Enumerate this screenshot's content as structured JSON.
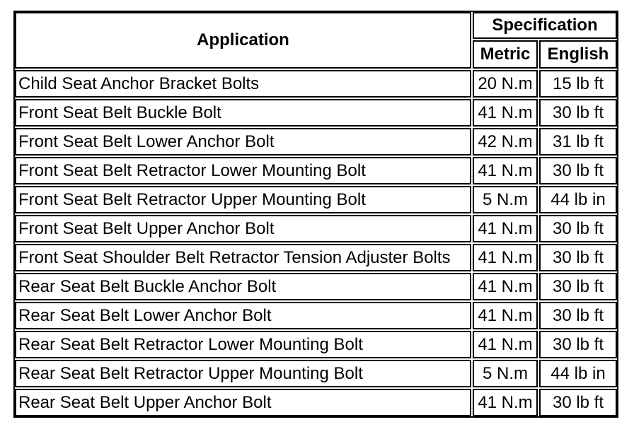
{
  "table": {
    "headers": {
      "application": "Application",
      "specification": "Specification",
      "metric": "Metric",
      "english": "English"
    },
    "rows": [
      {
        "application": "Child Seat Anchor Bracket Bolts",
        "metric": "20 N.m",
        "english": "15 lb ft"
      },
      {
        "application": "Front Seat Belt Buckle Bolt",
        "metric": "41 N.m",
        "english": "30 lb ft"
      },
      {
        "application": "Front Seat Belt Lower Anchor Bolt",
        "metric": "42 N.m",
        "english": "31 lb ft"
      },
      {
        "application": "Front Seat Belt Retractor Lower Mounting Bolt",
        "metric": "41 N.m",
        "english": "30 lb ft"
      },
      {
        "application": "Front Seat Belt Retractor Upper Mounting Bolt",
        "metric": "5 N.m",
        "english": "44 lb in"
      },
      {
        "application": "Front Seat Belt Upper Anchor Bolt",
        "metric": "41 N.m",
        "english": "30 lb ft"
      },
      {
        "application": "Front Seat Shoulder Belt Retractor Tension Adjuster Bolts",
        "metric": "41 N.m",
        "english": "30 lb ft"
      },
      {
        "application": "Rear Seat Belt Buckle Anchor Bolt",
        "metric": "41 N.m",
        "english": "30 lb ft"
      },
      {
        "application": "Rear Seat Belt Lower Anchor Bolt",
        "metric": "41 N.m",
        "english": "30 lb ft"
      },
      {
        "application": "Rear Seat Belt Retractor Lower Mounting Bolt",
        "metric": "41 N.m",
        "english": "30 lb ft"
      },
      {
        "application": "Rear Seat Belt Retractor Upper Mounting Bolt",
        "metric": "5 N.m",
        "english": "44 lb in"
      },
      {
        "application": "Rear Seat Belt Upper Anchor Bolt",
        "metric": "41 N.m",
        "english": "30 lb ft"
      }
    ],
    "colors": {
      "border": "#000000",
      "background": "#ffffff",
      "text": "#000000"
    }
  }
}
